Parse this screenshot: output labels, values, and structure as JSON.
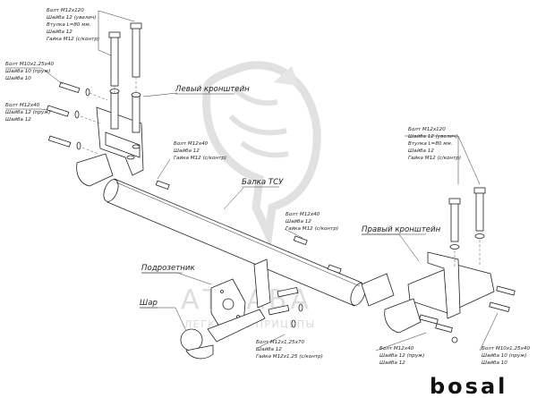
{
  "watermark": {
    "brand": "АТЛАВА",
    "subtitle": "ЛЕГКОВЫЕ ПРИЦЕПЫ"
  },
  "brand_logo": "bosal",
  "labels": {
    "left_bracket": "Левый кронштейн",
    "beam": "Балка ТСУ",
    "right_bracket": "Правый кронштейн",
    "socket_plate": "Подрозетник",
    "ball": "Шар"
  },
  "callouts": {
    "top_left": [
      "Болт M12x120",
      "Шайба 12 (увелич)",
      "Втулка L=80 мм.",
      "Шайба 12",
      "Гайка M12 (с/контр)"
    ],
    "left_m10": [
      "Болт M10x1,25x40",
      "Шайба 10 (пруж)",
      "Шайба 10"
    ],
    "left_m12": [
      "Болт M12x40",
      "Шайба 12 (пруж)",
      "Шайба 12"
    ],
    "beam_left": [
      "Болт M12x40",
      "Шайба 12",
      "Гайка M12 (с/контр)"
    ],
    "beam_right": [
      "Болт M12x40",
      "Шайба 12",
      "Гайка M12 (с/контр)"
    ],
    "top_right": [
      "Болт M12x120",
      "Шайба 12 (увелич)",
      "Втулка L=80 мм.",
      "Шайба 12",
      "Гайка M12 (с/контр)"
    ],
    "ball_bolts": [
      "Болт M12x1,25x70",
      "Шайба 12",
      "Гайка M12x1,25 (с/контр)"
    ],
    "bottom_right_m12": [
      "Болт M12x40",
      "Шайба 12 (пруж)",
      "Шайба 12"
    ],
    "bottom_right_m10": [
      "Болт M10x1,25x40",
      "Шайба 10 (пруж)",
      "Шайба 10"
    ]
  }
}
